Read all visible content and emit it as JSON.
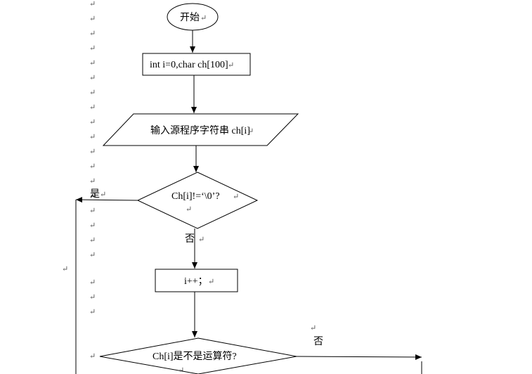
{
  "flowchart": {
    "start": "开始",
    "init": "int i=0,char ch[100]",
    "input": "输入源程序字符串 ch[i]",
    "decision1": "Ch[i]!=‘\\0’?",
    "yes1": "是",
    "no1": "否",
    "increment": "i++；",
    "decision2": "Ch[i]是不是运算符?",
    "no2": "否"
  },
  "paragraph_mark": "↵"
}
